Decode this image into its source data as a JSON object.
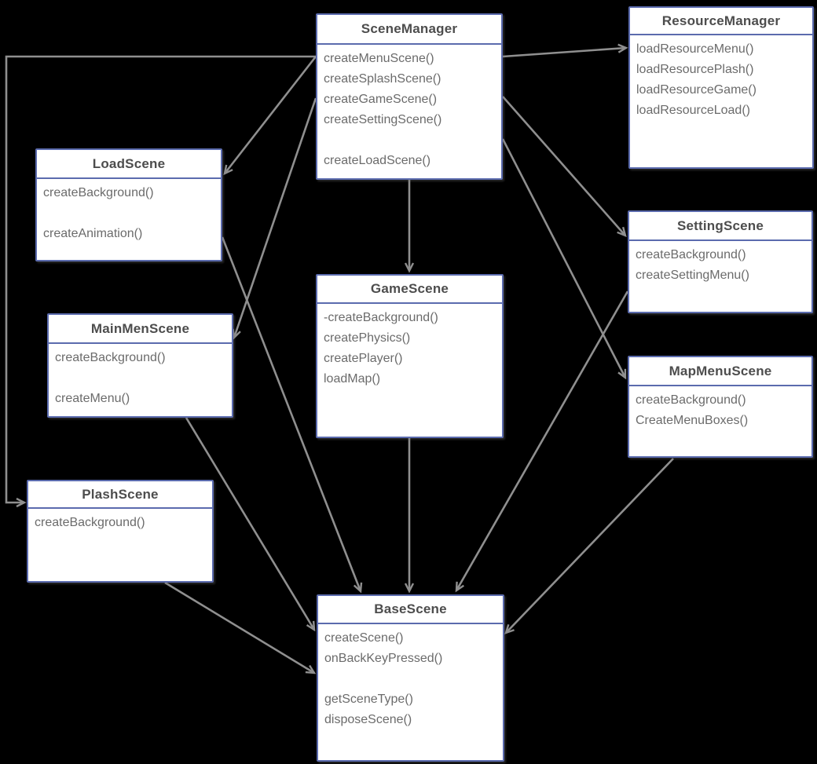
{
  "diagram": {
    "kind": "uml-class-diagram",
    "colors": {
      "node_border": "#5b6bae",
      "node_fill": "#ffffff",
      "title_text": "#4d4d4d",
      "method_text": "#6b6b6b",
      "edge": "#8f8f8f",
      "background": "#000000"
    },
    "nodes": [
      {
        "id": "SceneManager",
        "title": "SceneManager",
        "methods": [
          "createMenuScene()",
          "createSplashScene()",
          "createGameScene()",
          "createSettingScene()",
          "",
          "createLoadScene()"
        ]
      },
      {
        "id": "ResourceManager",
        "title": "ResourceManager",
        "methods": [
          "loadResourceMenu()",
          "loadResourcePlash()",
          "loadResourceGame()",
          "loadResourceLoad()"
        ]
      },
      {
        "id": "LoadScene",
        "title": "LoadScene",
        "methods": [
          "createBackground()",
          "",
          "createAnimation()"
        ]
      },
      {
        "id": "SettingScene",
        "title": "SettingScene",
        "methods": [
          "createBackground()",
          "createSettingMenu()"
        ]
      },
      {
        "id": "MainMenScene",
        "title": "MainMenScene",
        "methods": [
          "createBackground()",
          "",
          "createMenu()"
        ]
      },
      {
        "id": "GameScene",
        "title": "GameScene",
        "methods": [
          "-createBackground()",
          "createPhysics()",
          "createPlayer()",
          "loadMap()"
        ]
      },
      {
        "id": "MapMenuScene",
        "title": "MapMenuScene",
        "methods": [
          "createBackground()",
          "CreateMenuBoxes()"
        ]
      },
      {
        "id": "PlashScene",
        "title": "PlashScene",
        "methods": [
          "createBackground()"
        ]
      },
      {
        "id": "BaseScene",
        "title": "BaseScene",
        "methods": [
          "createScene()",
          "onBackKeyPressed()",
          "",
          "getSceneType()",
          "disposeScene()"
        ]
      }
    ],
    "edges": [
      {
        "from": "SceneManager",
        "to": "ResourceManager"
      },
      {
        "from": "SceneManager",
        "to": "LoadScene"
      },
      {
        "from": "SceneManager",
        "to": "MainMenScene"
      },
      {
        "from": "SceneManager",
        "to": "PlashScene"
      },
      {
        "from": "SceneManager",
        "to": "GameScene"
      },
      {
        "from": "SceneManager",
        "to": "SettingScene"
      },
      {
        "from": "SceneManager",
        "to": "MapMenuScene"
      },
      {
        "from": "LoadScene",
        "to": "BaseScene"
      },
      {
        "from": "MainMenScene",
        "to": "BaseScene"
      },
      {
        "from": "PlashScene",
        "to": "BaseScene"
      },
      {
        "from": "GameScene",
        "to": "BaseScene"
      },
      {
        "from": "SettingScene",
        "to": "BaseScene"
      },
      {
        "from": "MapMenuScene",
        "to": "BaseScene"
      }
    ]
  }
}
